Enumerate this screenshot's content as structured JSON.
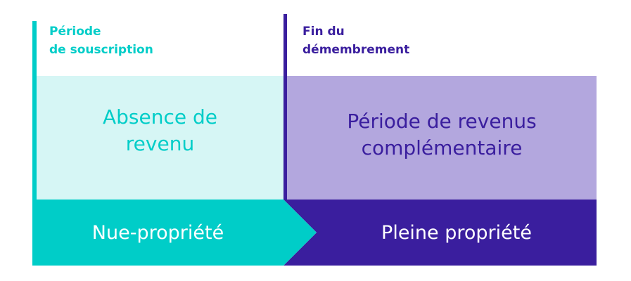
{
  "markers": {
    "left_label": "Période\nde souscription",
    "right_label": "Fin du\ndémembrement"
  },
  "boxes": {
    "left_text": "Absence de\nrevenu",
    "right_text": "Période de revenus\ncomplémentaire"
  },
  "bands": {
    "left_text": "Nue-propriété",
    "right_text": "Pleine propriété"
  },
  "colors": {
    "teal": "#00CDC8",
    "teal_light": "#D6F6F5",
    "purple": "#3A1E9E",
    "purple_light": "#B3A7DE"
  }
}
